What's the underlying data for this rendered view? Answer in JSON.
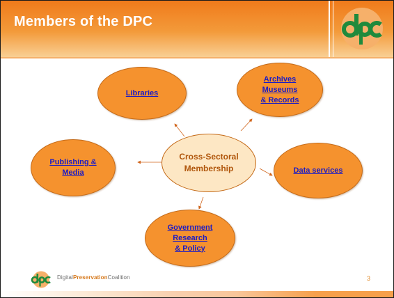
{
  "slide": {
    "title": "Members of the DPC",
    "page_number": "3"
  },
  "brand": {
    "logo_icon": "dpc-logo-icon",
    "logo_text": "dpc",
    "footer_prefix": "Digital",
    "footer_emphasis": "Preservation",
    "footer_suffix": "Coalition"
  },
  "diagram": {
    "center": "Cross-Sectoral\nMembership",
    "nodes": {
      "libraries": "Libraries",
      "archives": "Archives\nMuseums\n& Records",
      "publishing": "Publishing &\nMedia",
      "data_services": "Data services",
      "government": "Government\nResearch\n& Policy"
    }
  },
  "colors": {
    "accent_orange": "#f5922e",
    "header_orange": "#f07a1a",
    "link_blue": "#1c1cc4",
    "center_fill": "#fde7c4",
    "logo_green": "#1f8a3c"
  }
}
